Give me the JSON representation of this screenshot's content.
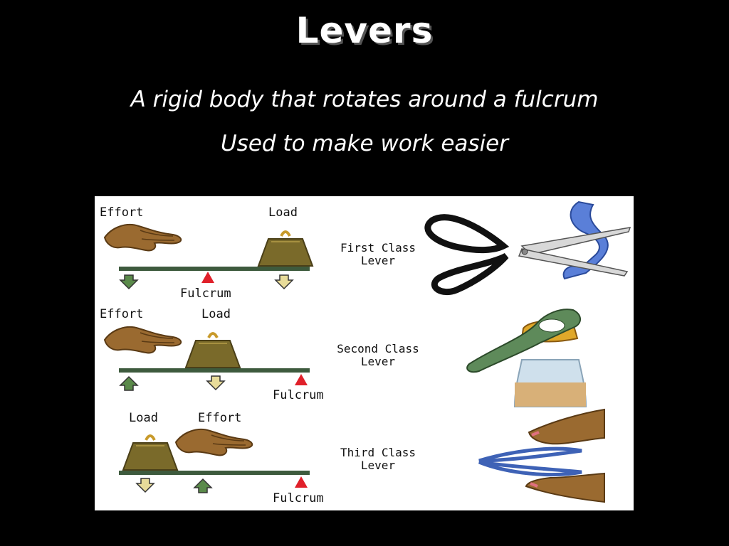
{
  "slide": {
    "title": "Levers",
    "subtitle_1": "A rigid body that rotates around a fulcrum",
    "subtitle_2": "Used to make work easier"
  },
  "diagram": {
    "first": {
      "effort": "Effort",
      "load": "Load",
      "fulcrum": "Fulcrum",
      "class_line1": "First Class",
      "class_line2": "Lever",
      "example_icon": "scissors-icon"
    },
    "second": {
      "effort": "Effort",
      "load": "Load",
      "fulcrum": "Fulcrum",
      "class_line1": "Second Class",
      "class_line2": "Lever",
      "example_icon": "bottle-opener-icon"
    },
    "third": {
      "load": "Load",
      "effort": "Effort",
      "fulcrum": "Fulcrum",
      "class_line1": "Third Class",
      "class_line2": "Lever",
      "example_icon": "tweezers-icon"
    },
    "colors": {
      "beam": "#3d5a3d",
      "fulcrum": "#e0202a",
      "weight": "#7a6a2a",
      "hand": "#9a6a30",
      "effort_arrow": "#5a8a4a",
      "load_arrow": "#e8dc9a"
    }
  }
}
